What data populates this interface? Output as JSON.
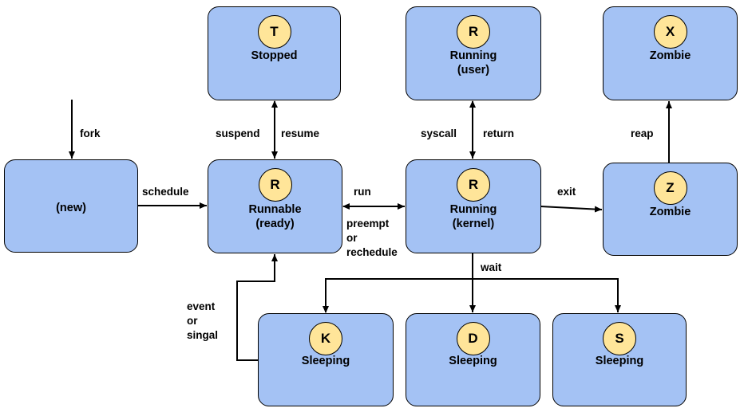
{
  "nodes": {
    "stopped": {
      "letter": "T",
      "label": "Stopped"
    },
    "running_user": {
      "letter": "R",
      "label": "Running\n(user)"
    },
    "zombie_top": {
      "letter": "X",
      "label": "Zombie"
    },
    "new": {
      "letter": "",
      "label": "(new)"
    },
    "runnable": {
      "letter": "R",
      "label": "Runnable\n(ready)"
    },
    "running_kernel": {
      "letter": "R",
      "label": "Running\n(kernel)"
    },
    "zombie": {
      "letter": "Z",
      "label": "Zombie"
    },
    "sleeping_k": {
      "letter": "K",
      "label": "Sleeping"
    },
    "sleeping_d": {
      "letter": "D",
      "label": "Sleeping"
    },
    "sleeping_s": {
      "letter": "S",
      "label": "Sleeping"
    }
  },
  "edges": {
    "fork": "fork",
    "schedule": "schedule",
    "suspend": "suspend",
    "resume": "resume",
    "run": "run",
    "preempt": "preempt\n or\nrechedule",
    "syscall": "syscall",
    "return": "return",
    "exit": "exit",
    "reap": "reap",
    "wait": "wait",
    "event": "event\n or\nsingal"
  }
}
